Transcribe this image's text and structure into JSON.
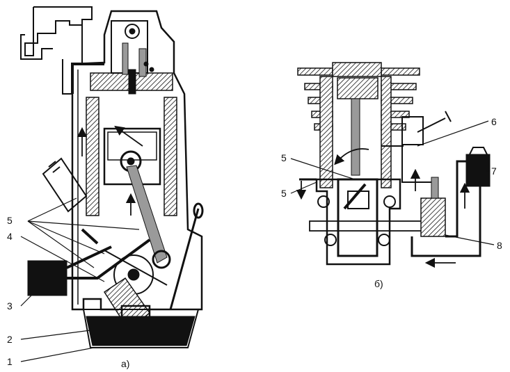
{
  "figure_a": {
    "caption": "а)",
    "labels": [
      "5",
      "4",
      "3",
      "2",
      "1"
    ]
  },
  "figure_b": {
    "caption": "б)",
    "labels": [
      "6",
      "5",
      "5",
      "7",
      "8"
    ]
  }
}
